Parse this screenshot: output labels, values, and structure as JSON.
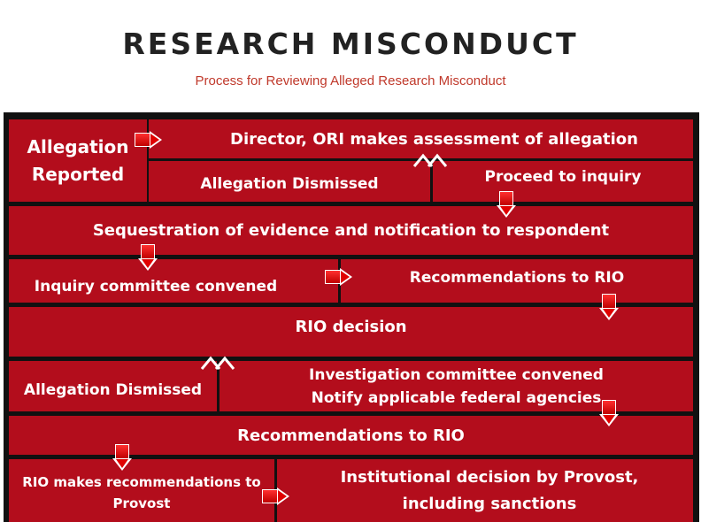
{
  "header": {
    "title": "RESEARCH MISCONDUCT",
    "subtitle": "Process for Reviewing Alleged Research Misconduct"
  },
  "flow": {
    "allegation_reported": "Allegation Reported",
    "director_assessment": "Director, ORI makes assessment of allegation",
    "allegation_dismissed_1": "Allegation Dismissed",
    "proceed_to_inquiry": "Proceed to inquiry",
    "sequestration": "Sequestration of evidence and notification to respondent",
    "inquiry_committee": "Inquiry committee convened",
    "recommendations_1": "Recommendations to RIO",
    "rio_decision": "RIO decision",
    "allegation_dismissed_2": "Allegation Dismissed",
    "investigation_line1": "Investigation committee convened",
    "investigation_line2": "Notify applicable federal agencies",
    "recommendations_2": "Recommendations to RIO",
    "rio_recommendations": "RIO makes recommendations to Provost",
    "institutional_decision": "Institutional decision by Provost, including sanctions"
  },
  "colors": {
    "box_fill": "#b30d1c",
    "border": "#111111",
    "title": "#222222",
    "subtitle": "#c0392b",
    "arrow": "#e00000"
  },
  "icons": [
    "arrow-right-icon",
    "arrow-down-icon",
    "split-chevron-icon"
  ]
}
